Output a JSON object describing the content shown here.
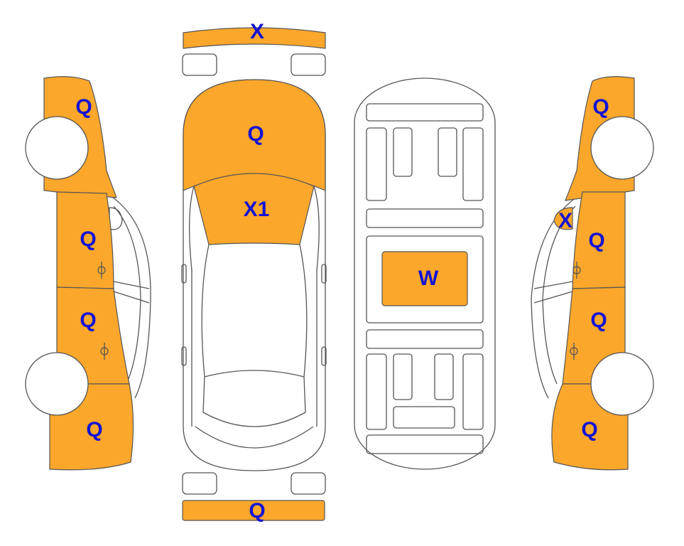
{
  "colors": {
    "damage_fill": "#FBA72B",
    "outline": "#555555",
    "label": "#1414D2",
    "background": "#FFFFFF"
  },
  "labels": {
    "front_bumper": "X",
    "hood": "Q",
    "windshield": "X1",
    "rear_bumper": "Q",
    "roof": "W",
    "left_front_fender": "Q",
    "left_front_door": "Q",
    "left_rear_door": "Q",
    "left_rear_quarter": "Q",
    "right_front_fender": "Q",
    "right_mirror": "X",
    "right_front_door": "Q",
    "right_rear_door": "Q",
    "right_rear_quarter": "Q"
  }
}
